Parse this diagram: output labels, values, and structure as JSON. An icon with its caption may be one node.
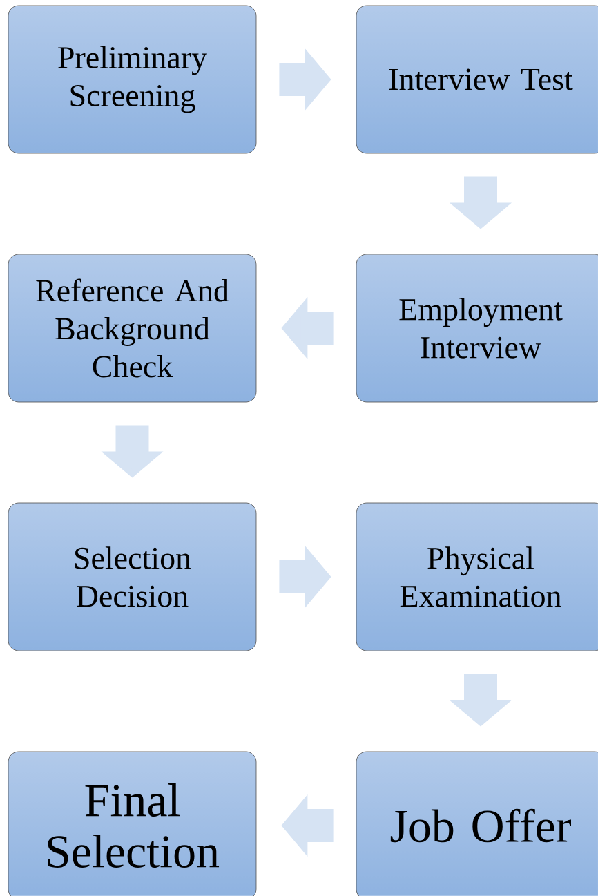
{
  "diagram": {
    "nodes": [
      {
        "text": [
          "Preliminary Screening"
        ]
      },
      {
        "text": [
          "Interview Test"
        ]
      },
      {
        "text": [
          "Reference And Background Check"
        ]
      },
      {
        "text": [
          "Employment Interview"
        ]
      },
      {
        "text": [
          "Selection Decision"
        ]
      },
      {
        "text": [
          "Physical Examination"
        ]
      },
      {
        "text": [
          "Final Selection"
        ]
      },
      {
        "text": [
          "Job Offer"
        ]
      }
    ],
    "edges": [
      {
        "from": 0,
        "to": 1,
        "arrow": "to"
      },
      {
        "from": 1,
        "to": 3,
        "arrow": "to"
      },
      {
        "from": 3,
        "to": 2,
        "arrow": "to"
      },
      {
        "from": 2,
        "to": 4,
        "arrow": "to"
      },
      {
        "from": 4,
        "to": 5,
        "arrow": "to"
      },
      {
        "from": 5,
        "to": 7,
        "arrow": "to"
      },
      {
        "from": 7,
        "to": 6,
        "arrow": "to"
      }
    ]
  }
}
